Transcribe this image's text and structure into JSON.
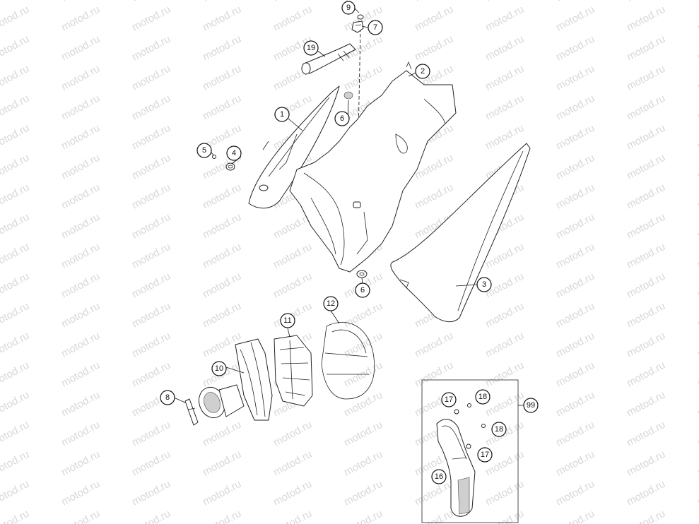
{
  "watermark": {
    "text": "motod.ru"
  },
  "callouts": [
    {
      "id": "c1",
      "label": "1"
    },
    {
      "id": "c2",
      "label": "2"
    },
    {
      "id": "c3",
      "label": "3"
    },
    {
      "id": "c4",
      "label": "4"
    },
    {
      "id": "c5",
      "label": "5"
    },
    {
      "id": "c6a",
      "label": "6"
    },
    {
      "id": "c6b",
      "label": "6"
    },
    {
      "id": "c7",
      "label": "7"
    },
    {
      "id": "c8",
      "label": "8"
    },
    {
      "id": "c9",
      "label": "9"
    },
    {
      "id": "c10",
      "label": "10"
    },
    {
      "id": "c11",
      "label": "11"
    },
    {
      "id": "c12",
      "label": "12"
    },
    {
      "id": "c19",
      "label": "19"
    },
    {
      "id": "c16",
      "label": "16"
    },
    {
      "id": "c17a",
      "label": "17"
    },
    {
      "id": "c17b",
      "label": "17"
    },
    {
      "id": "c18a",
      "label": "18"
    },
    {
      "id": "c18b",
      "label": "18"
    },
    {
      "id": "c99",
      "label": "99"
    }
  ]
}
